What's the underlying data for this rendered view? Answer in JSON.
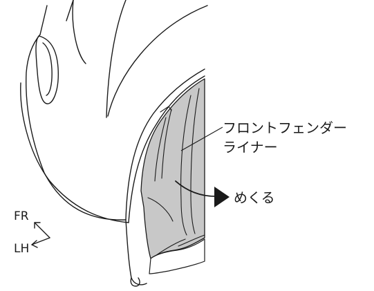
{
  "diagram": {
    "part_label_line1": "フロントフェンダー",
    "part_label_line2": "ライナー",
    "action_label": "めくる",
    "direction_forward": "FR",
    "direction_left": "LH",
    "colors": {
      "line": "#1a1a1a",
      "liner_fill": "#c8c8c8",
      "background": "#ffffff"
    }
  }
}
